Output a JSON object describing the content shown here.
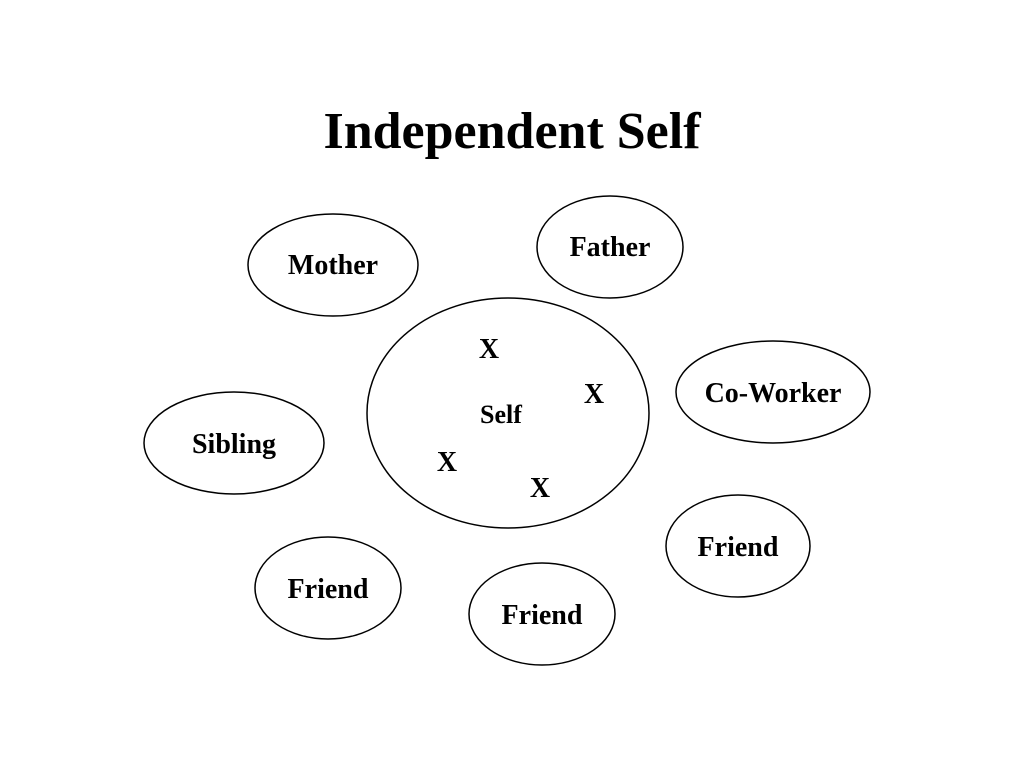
{
  "title": "Independent Self",
  "diagram": {
    "self": {
      "label": "Self",
      "marks": [
        "X",
        "X",
        "X",
        "X"
      ]
    },
    "others": [
      {
        "id": "mother",
        "label": "Mother"
      },
      {
        "id": "father",
        "label": "Father"
      },
      {
        "id": "co-worker",
        "label": "Co-Worker"
      },
      {
        "id": "sibling",
        "label": "Sibling"
      },
      {
        "id": "friend-right",
        "label": "Friend"
      },
      {
        "id": "friend-left",
        "label": "Friend"
      },
      {
        "id": "friend-bottom",
        "label": "Friend"
      }
    ]
  },
  "colors": {
    "stroke": "#000000",
    "background": "#ffffff",
    "text": "#000000"
  }
}
